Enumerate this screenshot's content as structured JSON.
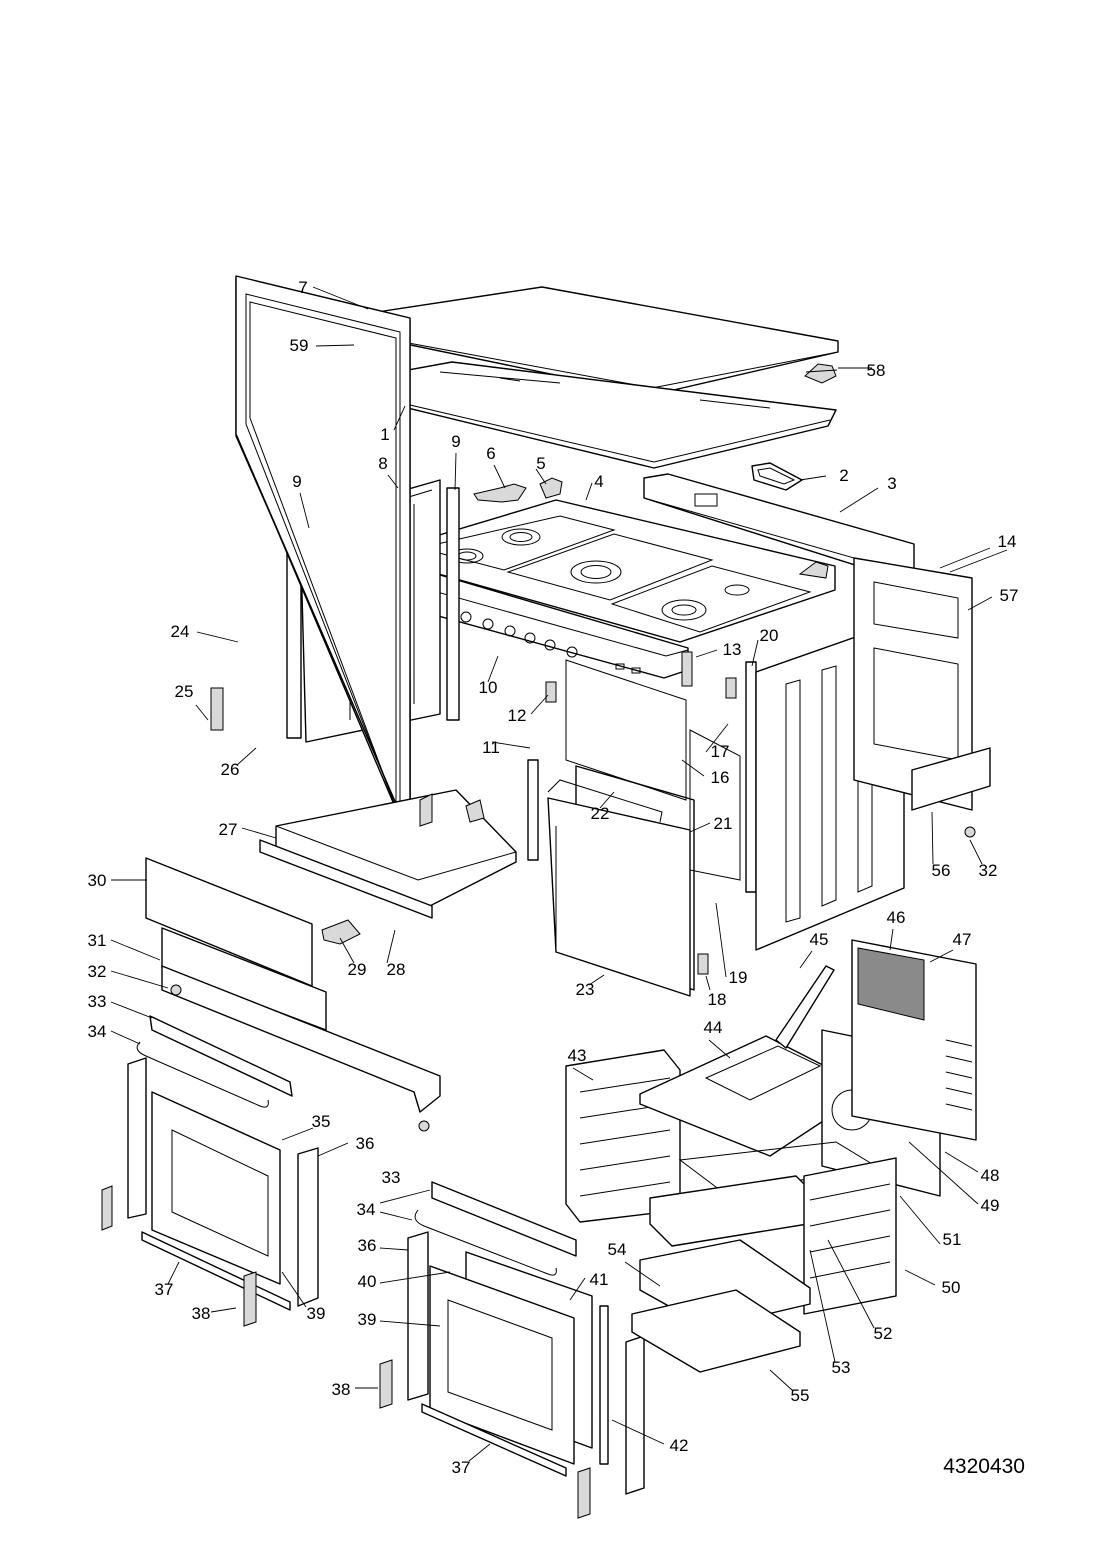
{
  "document_number": "4320430",
  "parts": [
    {
      "id": "p1",
      "label": "1"
    },
    {
      "id": "p2",
      "label": "2"
    },
    {
      "id": "p3",
      "label": "3"
    },
    {
      "id": "p4",
      "label": "4"
    },
    {
      "id": "p5",
      "label": "5"
    },
    {
      "id": "p6",
      "label": "6"
    },
    {
      "id": "p7",
      "label": "7"
    },
    {
      "id": "p8",
      "label": "8"
    },
    {
      "id": "p9a",
      "label": "9"
    },
    {
      "id": "p9b",
      "label": "9"
    },
    {
      "id": "p10",
      "label": "10"
    },
    {
      "id": "p11",
      "label": "11"
    },
    {
      "id": "p12",
      "label": "12"
    },
    {
      "id": "p13",
      "label": "13"
    },
    {
      "id": "p14",
      "label": "14"
    },
    {
      "id": "p16",
      "label": "16"
    },
    {
      "id": "p17",
      "label": "17"
    },
    {
      "id": "p18",
      "label": "18"
    },
    {
      "id": "p19",
      "label": "19"
    },
    {
      "id": "p20",
      "label": "20"
    },
    {
      "id": "p21",
      "label": "21"
    },
    {
      "id": "p22",
      "label": "22"
    },
    {
      "id": "p23",
      "label": "23"
    },
    {
      "id": "p24",
      "label": "24"
    },
    {
      "id": "p25",
      "label": "25"
    },
    {
      "id": "p26",
      "label": "26"
    },
    {
      "id": "p27",
      "label": "27"
    },
    {
      "id": "p28",
      "label": "28"
    },
    {
      "id": "p29",
      "label": "29"
    },
    {
      "id": "p30",
      "label": "30"
    },
    {
      "id": "p31",
      "label": "31"
    },
    {
      "id": "p32a",
      "label": "32"
    },
    {
      "id": "p32b",
      "label": "32"
    },
    {
      "id": "p33a",
      "label": "33"
    },
    {
      "id": "p33b",
      "label": "33"
    },
    {
      "id": "p34a",
      "label": "34"
    },
    {
      "id": "p34b",
      "label": "34"
    },
    {
      "id": "p35",
      "label": "35"
    },
    {
      "id": "p36a",
      "label": "36"
    },
    {
      "id": "p36b",
      "label": "36"
    },
    {
      "id": "p37a",
      "label": "37"
    },
    {
      "id": "p37b",
      "label": "37"
    },
    {
      "id": "p38a",
      "label": "38"
    },
    {
      "id": "p38b",
      "label": "38"
    },
    {
      "id": "p39a",
      "label": "39"
    },
    {
      "id": "p39b",
      "label": "39"
    },
    {
      "id": "p40",
      "label": "40"
    },
    {
      "id": "p41",
      "label": "41"
    },
    {
      "id": "p42",
      "label": "42"
    },
    {
      "id": "p43",
      "label": "43"
    },
    {
      "id": "p44",
      "label": "44"
    },
    {
      "id": "p45",
      "label": "45"
    },
    {
      "id": "p46",
      "label": "46"
    },
    {
      "id": "p47",
      "label": "47"
    },
    {
      "id": "p48",
      "label": "48"
    },
    {
      "id": "p49",
      "label": "49"
    },
    {
      "id": "p50",
      "label": "50"
    },
    {
      "id": "p51",
      "label": "51"
    },
    {
      "id": "p52",
      "label": "52"
    },
    {
      "id": "p53",
      "label": "53"
    },
    {
      "id": "p54",
      "label": "54"
    },
    {
      "id": "p55",
      "label": "55"
    },
    {
      "id": "p56",
      "label": "56"
    },
    {
      "id": "p57",
      "label": "57"
    },
    {
      "id": "p58",
      "label": "58"
    },
    {
      "id": "p59",
      "label": "59"
    }
  ]
}
